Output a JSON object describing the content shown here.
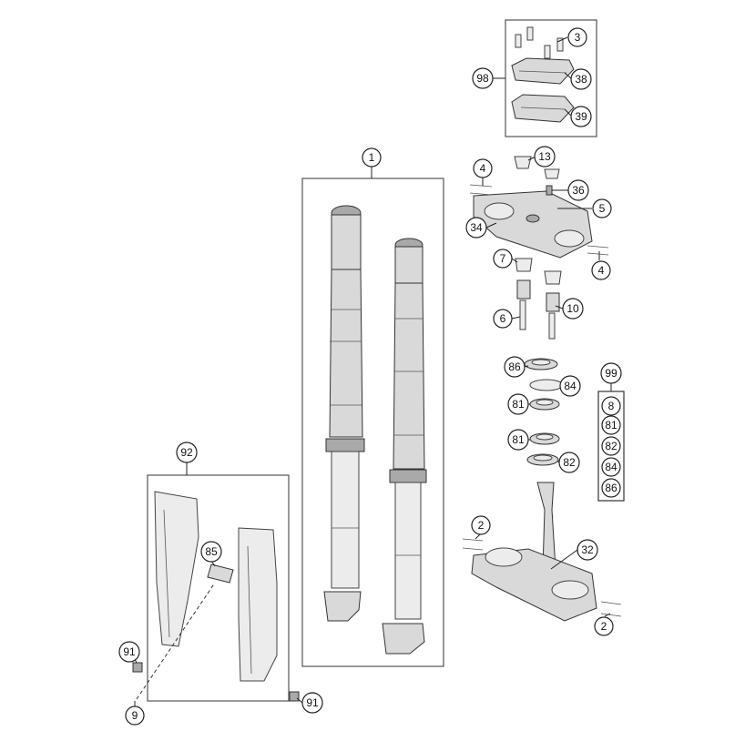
{
  "callouts": {
    "c1": "1",
    "c2a": "2",
    "c2b": "2",
    "c3": "3",
    "c4a": "4",
    "c4b": "4",
    "c5": "5",
    "c6": "6",
    "c7": "7",
    "c9": "9",
    "c10": "10",
    "c13": "13",
    "c32": "32",
    "c34": "34",
    "c36": "36",
    "c38": "38",
    "c39": "39",
    "c81a": "81",
    "c81b": "81",
    "c82": "82",
    "c84": "84",
    "c85": "85",
    "c86": "86",
    "c91a": "91",
    "c91b": "91",
    "c92": "92",
    "c98": "98",
    "c99": "99"
  },
  "kit99": [
    "8",
    "81",
    "82",
    "84",
    "86"
  ]
}
